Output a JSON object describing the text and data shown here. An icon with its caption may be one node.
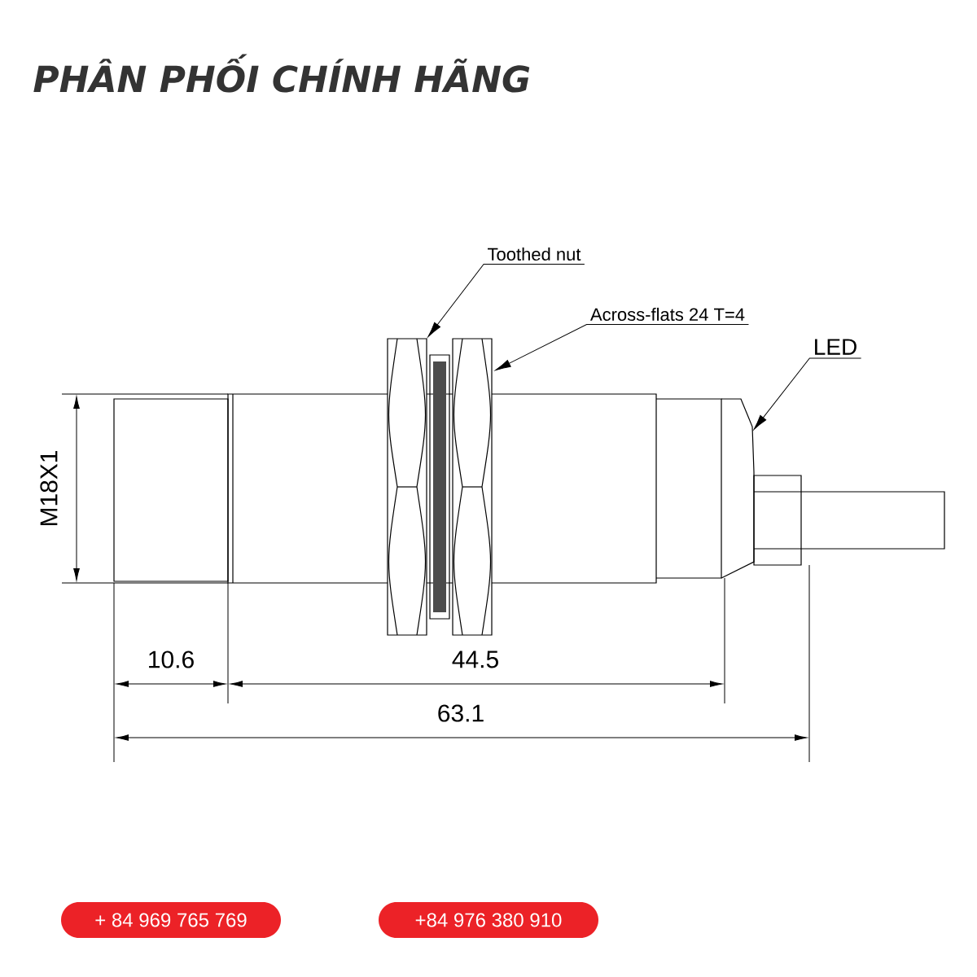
{
  "diagram": {
    "title": "PHÂN PHỐI CHÍNH HÃNG",
    "nodes": [
      {
        "text": [
          "Toothed nut"
        ]
      },
      {
        "text": [
          "Across-flats 24  T=4"
        ]
      },
      {
        "text": [
          "LED"
        ]
      },
      {
        "text": [
          "+ 84 969 765 769"
        ]
      },
      {
        "text": [
          "+84 976 380 910"
        ]
      }
    ],
    "edges": [
      {
        "from": 0,
        "to": null,
        "arrow": "to"
      },
      {
        "from": 1,
        "to": null,
        "arrow": "to"
      },
      {
        "from": 2,
        "to": null,
        "arrow": "to"
      }
    ],
    "labels": [
      "M18X1",
      "10.6",
      "44.5",
      "63.1"
    ]
  }
}
